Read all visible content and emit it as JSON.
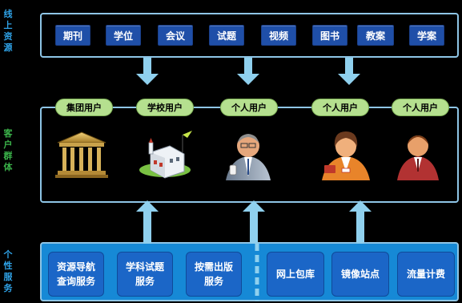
{
  "sections": {
    "online_resources": "线上资源",
    "customer_groups": "客户群体",
    "personal_services": "个性服务"
  },
  "resources": [
    "期刊",
    "学位",
    "会议",
    "试题",
    "视频",
    "图书",
    "教案",
    "学案"
  ],
  "user_groups": [
    "集团用户",
    "学校用户",
    "个人用户",
    "个人用户",
    "个人用户"
  ],
  "services": [
    [
      "资源导航",
      "查询服务"
    ],
    [
      "学科试题",
      "服务"
    ],
    [
      "按需出版",
      "服务"
    ],
    [
      "网上包库"
    ],
    [
      "镜像站点"
    ],
    [
      "流量计费"
    ]
  ],
  "colors": {
    "frame": "#8ec5e6",
    "resource_button": "#1f4fa8",
    "user_pill": "#b5e08f",
    "service_panel": "#1689d6",
    "service_button": "#1b66c7",
    "arrow": "#8fd0ee",
    "side_label": "#2fa3e8",
    "side_label_middle": "#3bb34a"
  },
  "icons": [
    "building-icon",
    "school-icon",
    "man-icon",
    "woman-icon",
    "person-icon"
  ]
}
